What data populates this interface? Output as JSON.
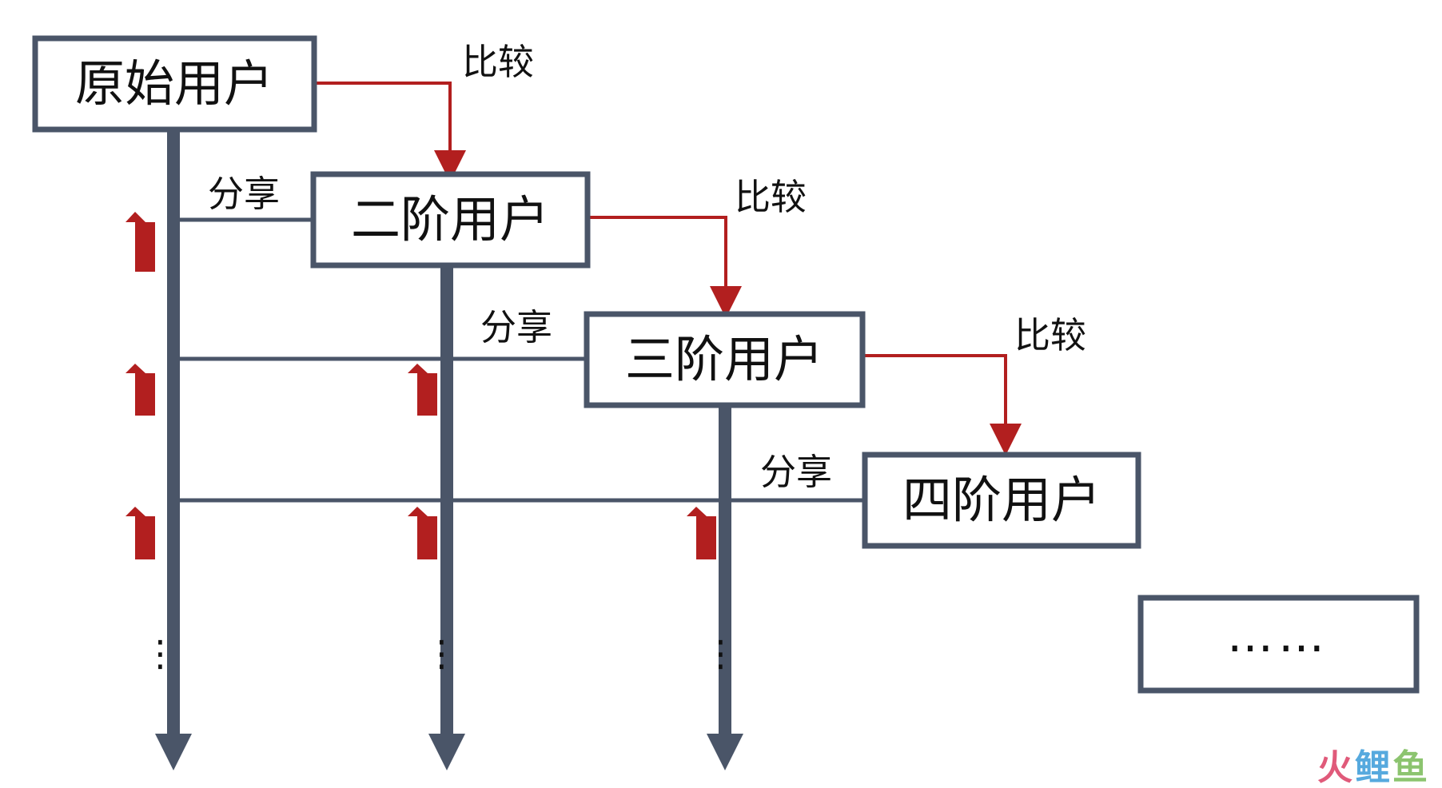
{
  "diagram": {
    "nodes": [
      {
        "id": "original",
        "label": "原始用户"
      },
      {
        "id": "level2",
        "label": "二阶用户"
      },
      {
        "id": "level3",
        "label": "三阶用户"
      },
      {
        "id": "level4",
        "label": "四阶用户"
      },
      {
        "id": "more",
        "label": "……"
      }
    ],
    "compare_label": "比较",
    "share_label": "分享",
    "vertical_dots": "⋮",
    "colors": {
      "box_border": "#4a5568",
      "trunk": "#4a5568",
      "compare_arrow": "#b21f1f",
      "up_arrow": "#b21f1f",
      "text": "#111111"
    }
  },
  "watermark": {
    "parts": [
      {
        "text": "火",
        "color": "#e05a7a"
      },
      {
        "text": "鲤",
        "color": "#56a9de"
      },
      {
        "text": "鱼",
        "color": "#8cc46f"
      }
    ]
  }
}
